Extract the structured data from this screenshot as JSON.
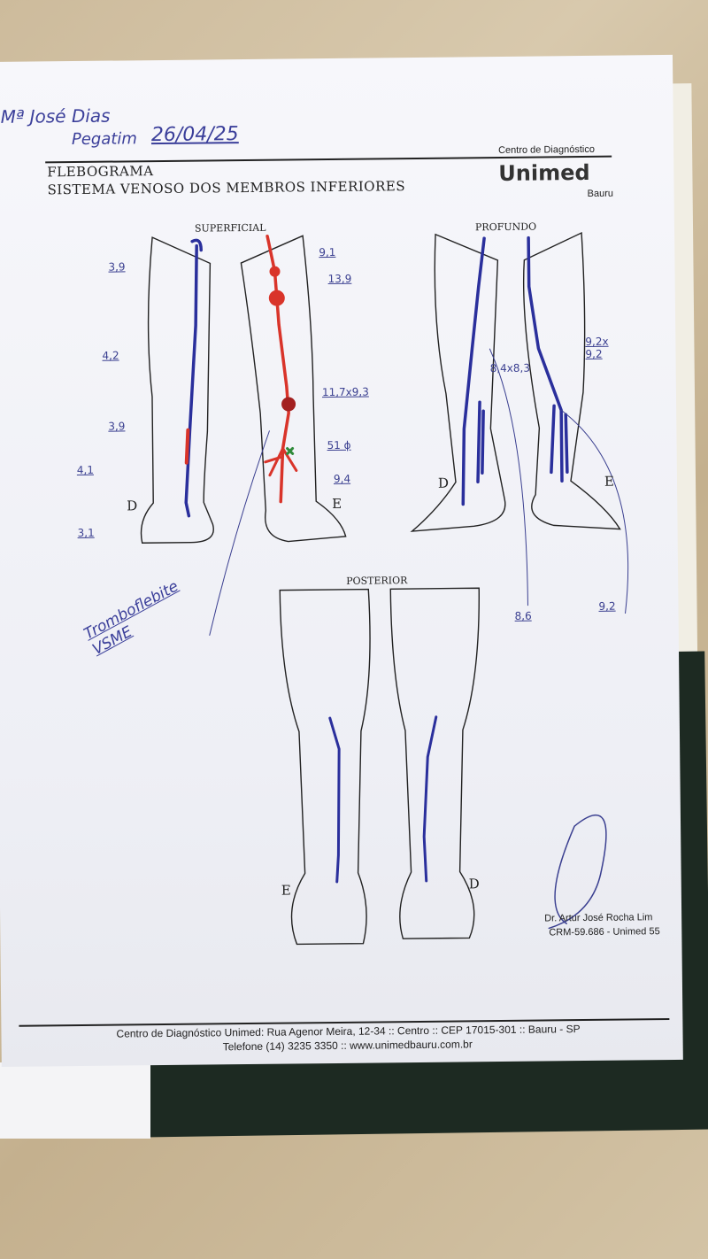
{
  "handwritten_header": {
    "patient": "Mª José Dias",
    "line2": "Pegatim",
    "date": "26/04/25"
  },
  "document": {
    "title": "FLEBOGRAMA",
    "subtitle": "SISTEMA VENOSO DOS MEMBROS INFERIORES",
    "brand_top": "Centro de Diagnóstico",
    "brand_name": "Unimed",
    "brand_city": "Bauru"
  },
  "sections": {
    "superficial": "SUPERFICIAL",
    "profundo": "PROFUNDO",
    "posterior": "POSTERIOR"
  },
  "side_labels": {
    "right": "D",
    "left": "E"
  },
  "annotations": {
    "superficial_right": [
      "3,9",
      "4,2",
      "3,9",
      "4,1",
      "3,1"
    ],
    "superficial_left": [
      "9,1",
      "13,9",
      "11,7x9,3",
      "51 ɸ",
      "9,4"
    ],
    "profundo_right": [
      "8,4x8,3",
      "8,6"
    ],
    "profundo_left": [
      "9,2x 9,2",
      "9,2"
    ],
    "diagnosis": "Tromboflebite VSME"
  },
  "colors": {
    "blue_ink": "#2a2f9c",
    "red_ink": "#d9342a",
    "green_mark": "#2f8a3a"
  },
  "signature": {
    "name": "Dr. Artur José Rocha Lim",
    "crm": "CRM-59.686 - Unimed 55"
  },
  "footer": {
    "address": "Centro de Diagnóstico Unimed: Rua Agenor Meira, 12-34 :: Centro :: CEP 17015-301 :: Bauru - SP",
    "contact": "Telefone (14) 3235 3350 :: www.unimedbauru.com.br"
  }
}
